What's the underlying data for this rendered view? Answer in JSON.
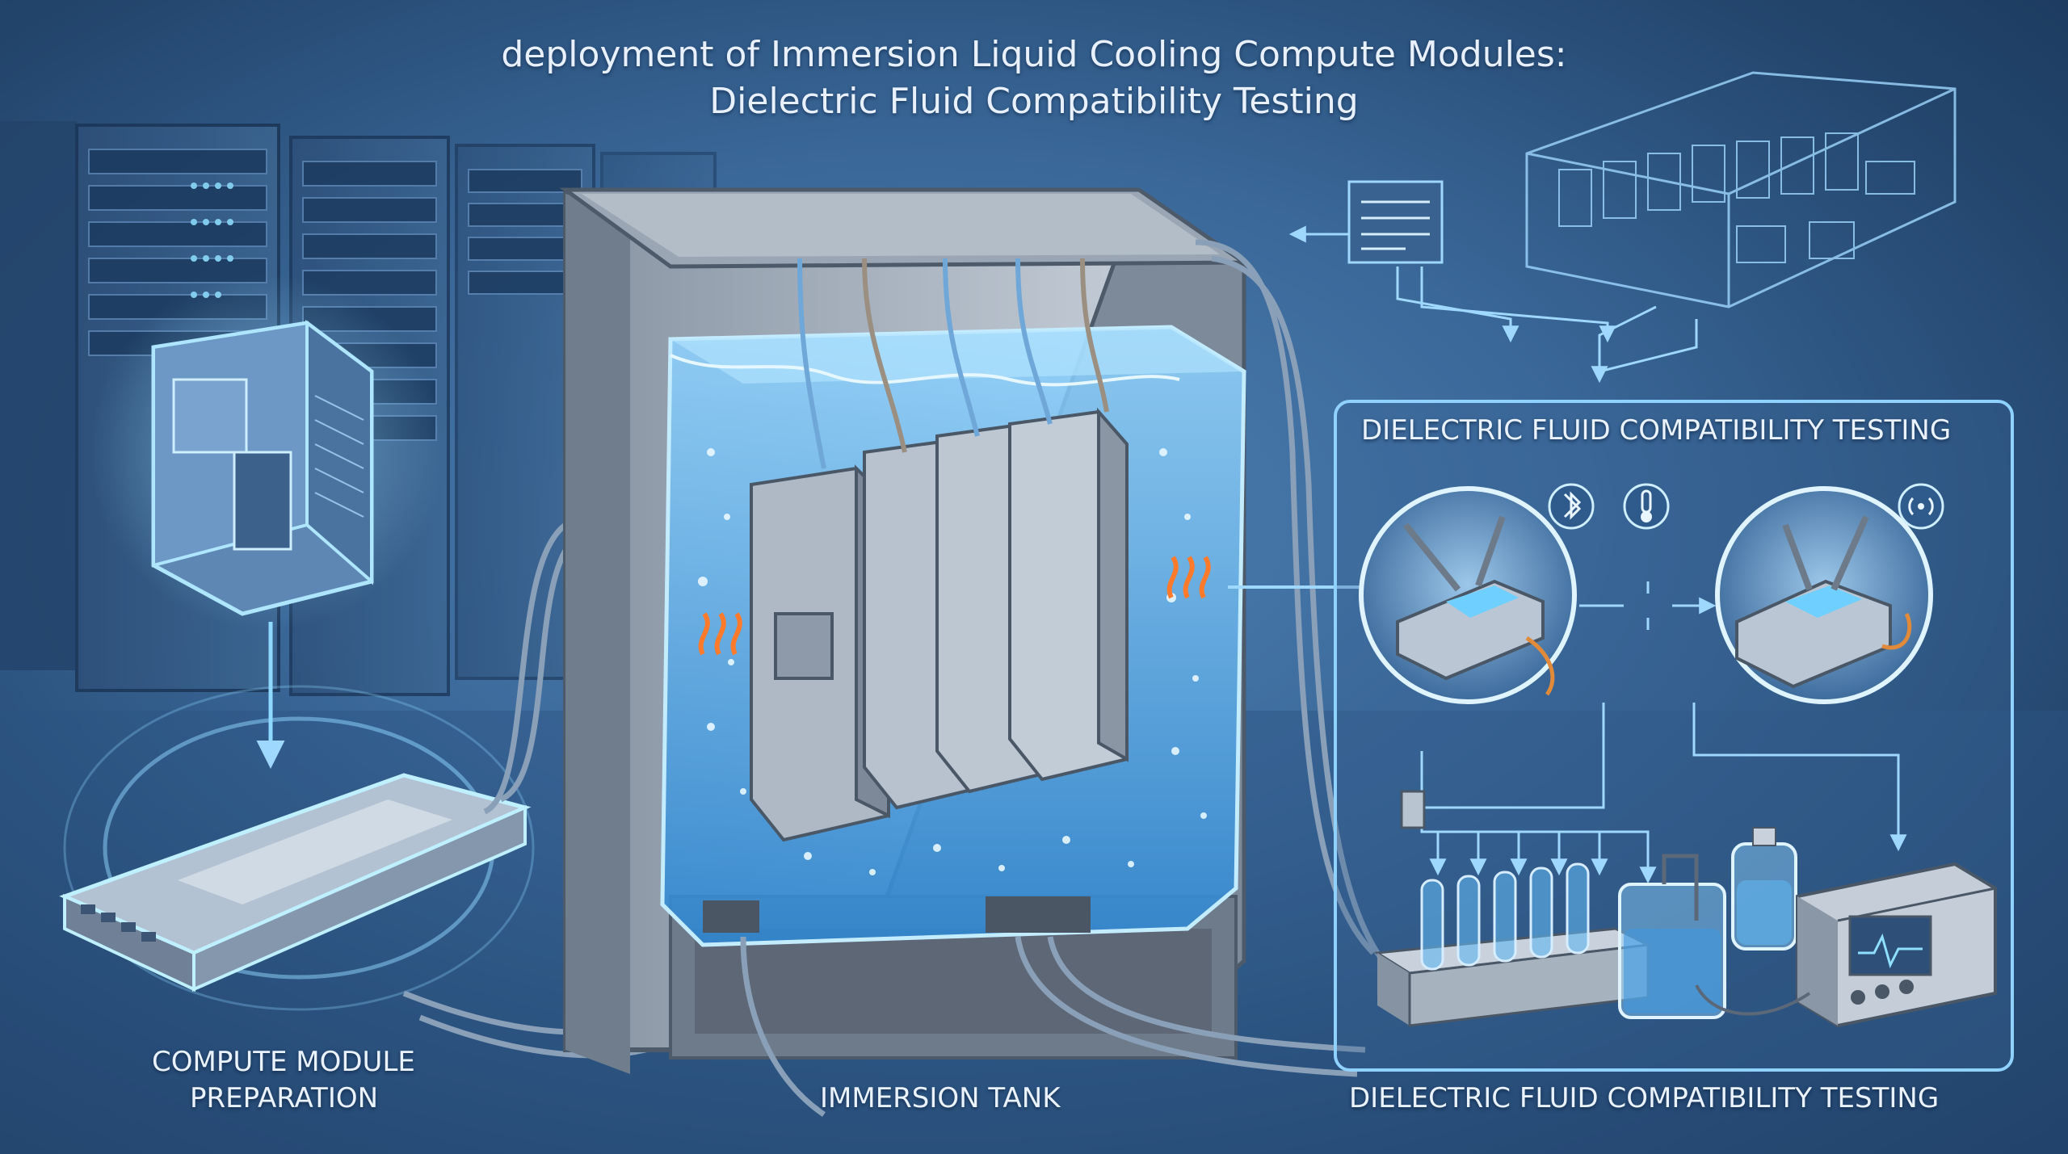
{
  "title": {
    "line1": "deployment of Immersion Liquid Cooling Compute Modules:",
    "line2": "Dielectric Fluid Compatibility Testing"
  },
  "panel": {
    "heading": "DIELECTRIC FLUID COMPATIBILITY TESTING"
  },
  "labels": {
    "compute_module_line1": "COMPUTE MODULE",
    "compute_module_line2": "PREPARATION",
    "immersion_tank": "IMMERSION TANK",
    "fluid_testing": "DIELECTRIC FLUID COMPATIBILITY TESTING"
  },
  "icons": [
    "bluetooth-icon",
    "thermometer-icon",
    "signal-icon",
    "heat-icon"
  ],
  "colors": {
    "background": "#3a6899",
    "accent_glow": "#7fd0ff",
    "fluid": "#5fb4ee",
    "heat": "#ff7a2a",
    "metal": "#9aa6b4"
  }
}
